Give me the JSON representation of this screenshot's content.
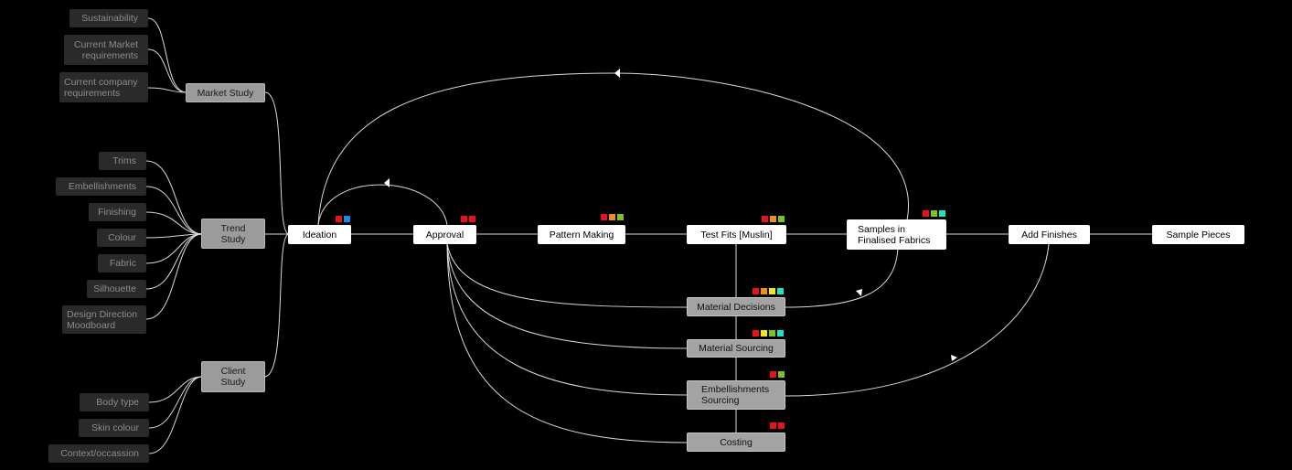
{
  "colors": {
    "background": "#000000",
    "wire": "#d9d9d9",
    "source_fill": "#2a2a2a",
    "source_text": "#8c8c8c",
    "group_fill": "#9b9b9b",
    "main_fill": "#ffffff",
    "sub_fill": "#a3a3a3",
    "tag_red": "#e8121b",
    "tag_orange": "#f28c1a",
    "tag_yellow": "#f2e51a",
    "tag_green": "#7cc321",
    "tag_cyan": "#21e3c3",
    "tag_blue": "#1e88e5"
  },
  "sources": {
    "market": [
      {
        "id": "sustainability",
        "label": "Sustainability"
      },
      {
        "id": "current-market-requirements",
        "label": "Current Market\nrequirements"
      },
      {
        "id": "current-company-requirements",
        "label": "Current company\nrequirements"
      }
    ],
    "trend": [
      {
        "id": "trims",
        "label": "Trims"
      },
      {
        "id": "embellishments",
        "label": "Embellishments"
      },
      {
        "id": "finishing",
        "label": "Finishing"
      },
      {
        "id": "colour",
        "label": "Colour"
      },
      {
        "id": "fabric",
        "label": "Fabric"
      },
      {
        "id": "silhouette",
        "label": "Silhouette"
      },
      {
        "id": "design-direction-moodboard",
        "label": "Design Direction\nMoodboard"
      }
    ],
    "client": [
      {
        "id": "body-type",
        "label": "Body type"
      },
      {
        "id": "skin-colour",
        "label": "Skin colour"
      },
      {
        "id": "context-occassion",
        "label": "Context/occassion"
      }
    ]
  },
  "groups": {
    "market_study": "Market Study",
    "trend_study": "Trend\nStudy",
    "client_study": "Client\nStudy"
  },
  "steps": {
    "ideation": {
      "label": "Ideation",
      "tags": [
        "tag_red",
        "tag_blue"
      ]
    },
    "approval": {
      "label": "Approval",
      "tags": [
        "tag_red",
        "tag_red"
      ]
    },
    "pattern_making": {
      "label": "Pattern Making",
      "tags": [
        "tag_red",
        "tag_orange",
        "tag_green"
      ]
    },
    "test_fits": {
      "label": "Test Fits [Muslin]",
      "tags": [
        "tag_red",
        "tag_orange",
        "tag_green"
      ]
    },
    "samples": {
      "label": "Samples in\nFinalised Fabrics",
      "tags": [
        "tag_red",
        "tag_green",
        "tag_cyan"
      ]
    },
    "add_finishes": {
      "label": "Add Finishes",
      "tags": []
    },
    "sample_pieces": {
      "label": "Sample Pieces",
      "tags": []
    }
  },
  "substeps": {
    "material_decisions": {
      "label": "Material Decisions",
      "tags": [
        "tag_red",
        "tag_orange",
        "tag_yellow",
        "tag_cyan"
      ]
    },
    "material_sourcing": {
      "label": "Material Sourcing",
      "tags": [
        "tag_red",
        "tag_yellow",
        "tag_green",
        "tag_cyan"
      ]
    },
    "embellishments_sourcing": {
      "label": "Embellishments\nSourcing",
      "tags": [
        "tag_red",
        "tag_green"
      ]
    },
    "costing": {
      "label": "Costing",
      "tags": [
        "tag_red",
        "tag_red"
      ]
    }
  }
}
